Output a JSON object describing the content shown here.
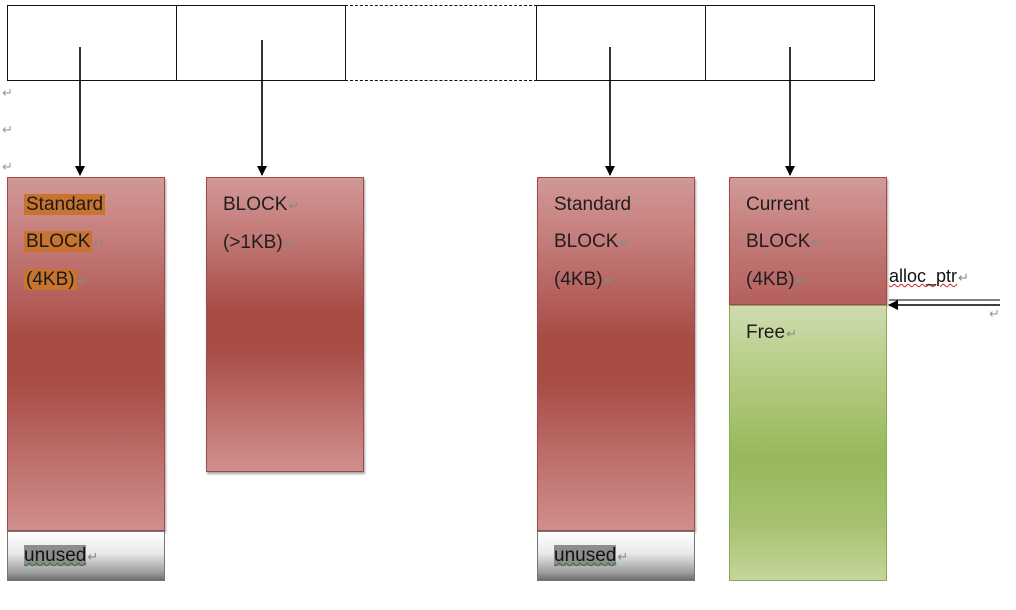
{
  "blocks": {
    "b1": {
      "line1": "Standard",
      "line2": "BLOCK",
      "line3": "(4KB)",
      "unused": "unused"
    },
    "b2": {
      "line1": "BLOCK",
      "line2": "(>1KB)"
    },
    "b3": {
      "line1": "Standard",
      "line2": "BLOCK",
      "line3": "(4KB)",
      "unused": "unused"
    },
    "b4": {
      "line1": "Current",
      "line2": "BLOCK",
      "line3": "(4KB)",
      "free": "Free"
    }
  },
  "pointer": {
    "label": "alloc_ptr"
  },
  "marks": {
    "paragraph": "↵"
  },
  "colors": {
    "block_fill": "#a84c46",
    "free_fill": "#97b85a",
    "highlight": "#c8742e",
    "unused_fill": "#9c9c9c"
  }
}
